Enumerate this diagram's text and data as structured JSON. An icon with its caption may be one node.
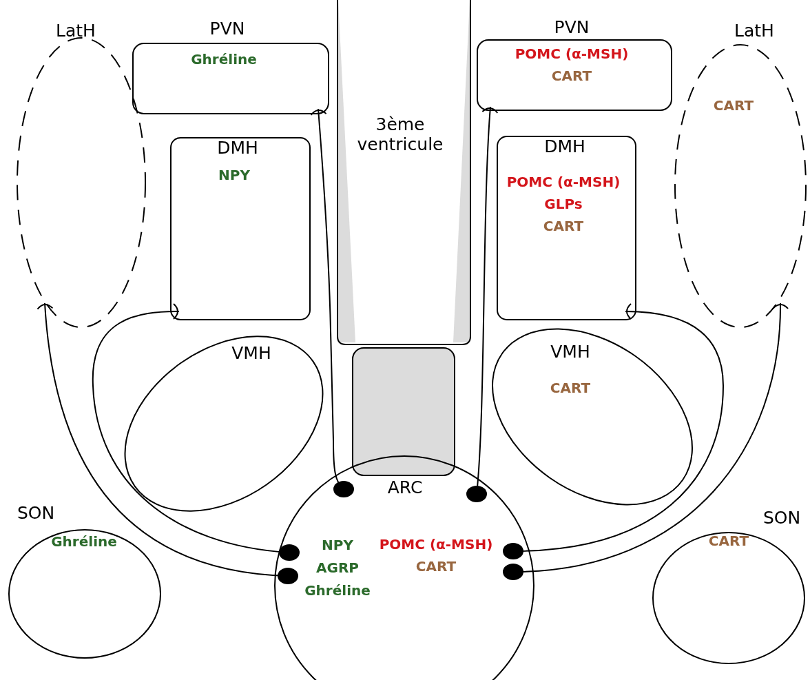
{
  "diagram": {
    "nodes": [
      {
        "text": [
          "LatH"
        ]
      },
      {
        "text": [
          "PVN",
          "Ghréline"
        ]
      },
      {
        "text": [
          "PVN",
          "POMC (α-MSH)",
          "CART"
        ]
      },
      {
        "text": [
          "LatH",
          "CART"
        ]
      },
      {
        "text": [
          "DMH",
          "NPY"
        ]
      },
      {
        "text": [
          "3ème ventricule"
        ]
      },
      {
        "text": [
          "DMH",
          "POMC (α-MSH)",
          "GLPs",
          "CART"
        ]
      },
      {
        "text": [
          "VMH"
        ]
      },
      {
        "text": [
          "VMH",
          "CART"
        ]
      },
      {
        "text": [
          "ARC",
          "NPY",
          "AGRP",
          "Ghréline",
          "POMC (α-MSH)",
          "CART"
        ]
      },
      {
        "text": [
          "SON",
          "Ghréline"
        ]
      },
      {
        "text": [
          "SON",
          "CART"
        ]
      }
    ],
    "edges": [
      {
        "from": 9,
        "to": 1,
        "arrow": "other"
      },
      {
        "from": 9,
        "to": 4,
        "arrow": "other"
      },
      {
        "from": 9,
        "to": 0,
        "arrow": "other"
      },
      {
        "from": 9,
        "to": 2,
        "arrow": "other"
      },
      {
        "from": 9,
        "to": 6,
        "arrow": "other"
      },
      {
        "from": 9,
        "to": 3,
        "arrow": "other"
      }
    ]
  }
}
